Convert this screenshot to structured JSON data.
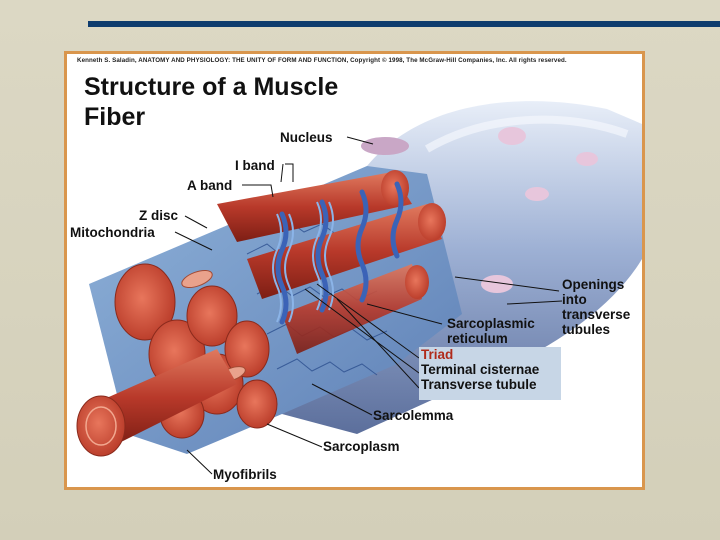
{
  "figure": {
    "copyright": "Kenneth S. Saladin, ANATOMY AND PHYSIOLOGY: THE UNITY OF FORM AND FUNCTION, Copyright © 1998, The McGraw-Hill Companies, Inc. All rights reserved.",
    "title_line1": "Structure of a Muscle",
    "title_line2": "Fiber"
  },
  "labels": {
    "nucleus": "Nucleus",
    "i_band": "I band",
    "a_band": "A band",
    "z_disc": "Z disc",
    "mitochondria": "Mitochondria",
    "openings_1": "Openings",
    "openings_2": "into",
    "openings_3": "transverse",
    "openings_4": "tubules",
    "sr_1": "Sarcoplasmic",
    "sr_2": "reticulum",
    "sarcolemma": "Sarcolemma",
    "sarcoplasm": "Sarcoplasm",
    "myofibrils": "Myofibrils"
  },
  "triad": {
    "title": "Triad",
    "cisternae": "Terminal cisternae",
    "tubule": "Transverse tubule"
  },
  "colors": {
    "top_bar": "#0e3c6e",
    "frame_border": "#d9964d",
    "triad_box": "#c7d6e6",
    "triad_title": "#b02a1a",
    "myofibril": "#c0392b",
    "sarcolemma": "#8fa4c8",
    "transverse_tubule": "#3b63b7"
  }
}
